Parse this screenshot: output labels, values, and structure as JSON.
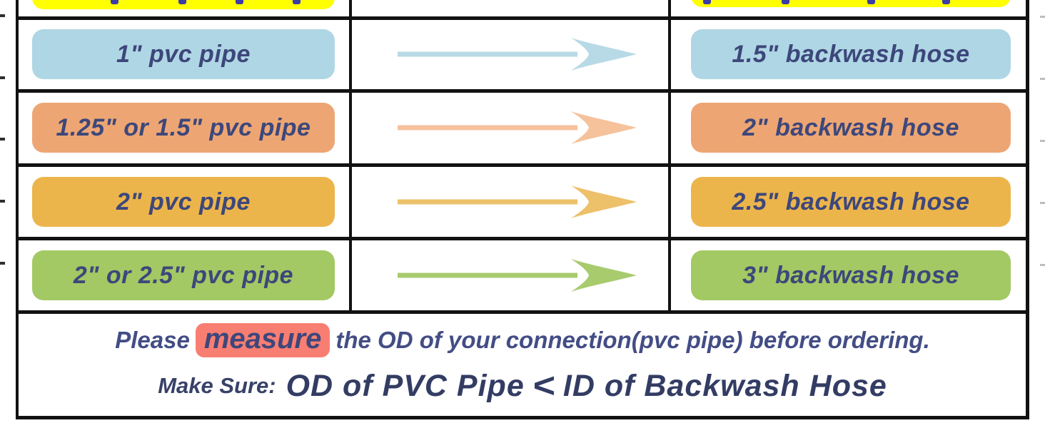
{
  "colors": {
    "table_border": "#121212",
    "box_text": "#3d477b",
    "note_text": "#434d85",
    "rule_text": "#333c63",
    "top_row_yellow": "#ffff00",
    "highlight_red": "#f97e72"
  },
  "top_row": {
    "color": "#ffff00"
  },
  "rows": [
    {
      "pipe": "1\" pvc pipe",
      "hose": "1.5\" backwash hose",
      "color": "#afd6e4",
      "arrow_color": "#b8dae6"
    },
    {
      "pipe": "1.25\" or 1.5\" pvc pipe",
      "hose": "2\" backwash hose",
      "color": "#eda673",
      "arrow_color": "#f5c29c"
    },
    {
      "pipe": "2\" pvc pipe",
      "hose": "2.5\" backwash hose",
      "color": "#ecb54b",
      "arrow_color": "#edc06a"
    },
    {
      "pipe": "2\" or 2.5\" pvc pipe",
      "hose": "3\" backwash hose",
      "color": "#a3c964",
      "arrow_color": "#a8cb6e"
    }
  ],
  "footer": {
    "note_prefix": "Please",
    "note_highlight": "measure",
    "note_suffix": "the OD of your connection(pvc pipe) before ordering.",
    "highlight_color": "#f97e72",
    "rule_label": "Make Sure:",
    "rule_left": "OD of PVC Pipe",
    "rule_lt": "<",
    "rule_right": "ID of Backwash Hose"
  }
}
